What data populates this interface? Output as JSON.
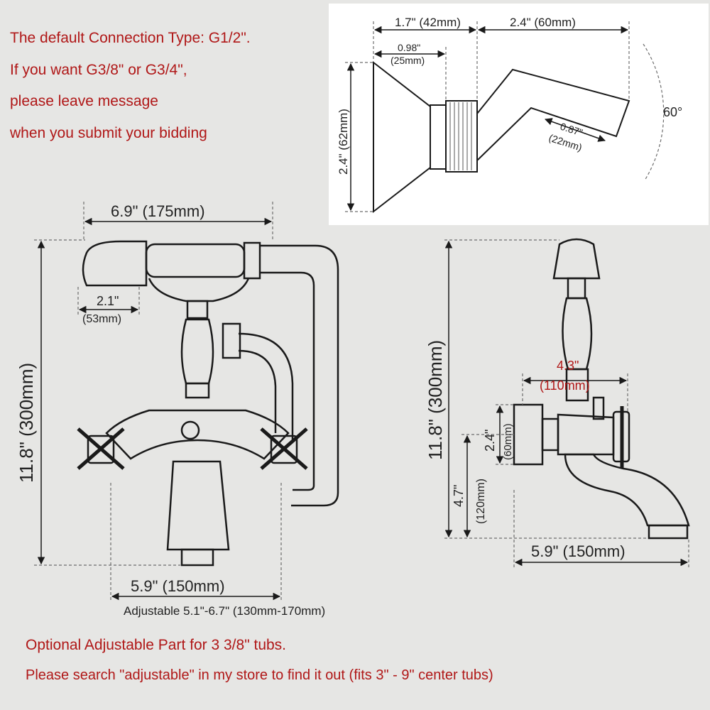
{
  "top_note": [
    "The default Connection Type: G1/2\".",
    "If you want G3/8\" or G3/4\",",
    "please leave message",
    "when you submit your bidding"
  ],
  "bottom_note": {
    "line1": "Optional Adjustable Part for 3 3/8\" tubs.",
    "line2": "Please search \"adjustable\" in my store to find it out (fits 3\" - 9\" center tubs)"
  },
  "shower_holder": {
    "width_total": "1.7\" (42mm)",
    "arm_length": "2.4\" (60mm)",
    "base_depth_in": "0.98\"",
    "base_depth_mm": "(25mm)",
    "base_height": "2.4\" (62mm)",
    "arm_diameter_in": "0.87\"",
    "arm_diameter_mm": "(22mm)",
    "angle": "60°"
  },
  "front_view": {
    "handset_width": "6.9\" (175mm)",
    "handset_head_in": "2.1\"",
    "handset_head_mm": "(53mm)",
    "height": "11.8\" (300mm)",
    "center_spacing": "5.9\" (150mm)",
    "adjustable": "Adjustable 5.1\"-6.7\" (130mm-170mm)"
  },
  "side_view": {
    "height": "11.8\" (300mm)",
    "depth_in": "4.3\"",
    "depth_mm": "(110mm)",
    "flange_in": "2.4\"",
    "flange_mm": "(60mm)",
    "spout_in": "4.7\"",
    "spout_mm": "(120mm)",
    "spout_reach": "5.9\" (150mm)"
  },
  "colors": {
    "note_red": "#b01717",
    "background": "#e6e6e4",
    "inset_background": "#ffffff",
    "line": "#1a1a1a"
  }
}
